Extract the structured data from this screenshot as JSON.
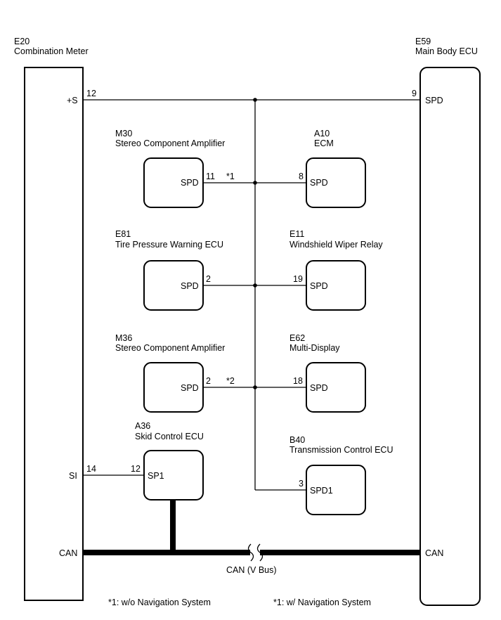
{
  "components": {
    "e20": {
      "code": "E20",
      "name": "Combination Meter",
      "pin_s": "+S",
      "pin_s_num": "12",
      "pin_si": "SI",
      "pin_si_num": "14",
      "pin_can": "CAN"
    },
    "e59": {
      "code": "E59",
      "name": "Main Body ECU",
      "pin_spd": "SPD",
      "pin_spd_num": "9",
      "pin_can": "CAN"
    },
    "m30": {
      "code": "M30",
      "name": "Stereo Component Amplifier",
      "pin": "SPD",
      "pin_num": "11",
      "note": "*1"
    },
    "a10": {
      "code": "A10",
      "name": "ECM",
      "pin": "SPD",
      "pin_num": "8"
    },
    "e81": {
      "code": "E81",
      "name": "Tire Pressure Warning ECU",
      "pin": "SPD",
      "pin_num": "2"
    },
    "e11": {
      "code": "E11",
      "name": "Windshield Wiper Relay",
      "pin": "SPD",
      "pin_num": "19"
    },
    "m36": {
      "code": "M36",
      "name": "Stereo Component Amplifier",
      "pin": "SPD",
      "pin_num": "2",
      "note": "*2"
    },
    "e62": {
      "code": "E62",
      "name": "Multi-Display",
      "pin": "SPD",
      "pin_num": "18"
    },
    "a36": {
      "code": "A36",
      "name": "Skid Control ECU",
      "pin": "SP1",
      "pin_num": "12"
    },
    "b40": {
      "code": "B40",
      "name": "Transmission Control ECU",
      "pin": "SPD1",
      "pin_num": "3"
    }
  },
  "bus_label": "CAN (V Bus)",
  "footnotes": [
    "*1: w/o Navigation System",
    "*1: w/ Navigation System"
  ]
}
